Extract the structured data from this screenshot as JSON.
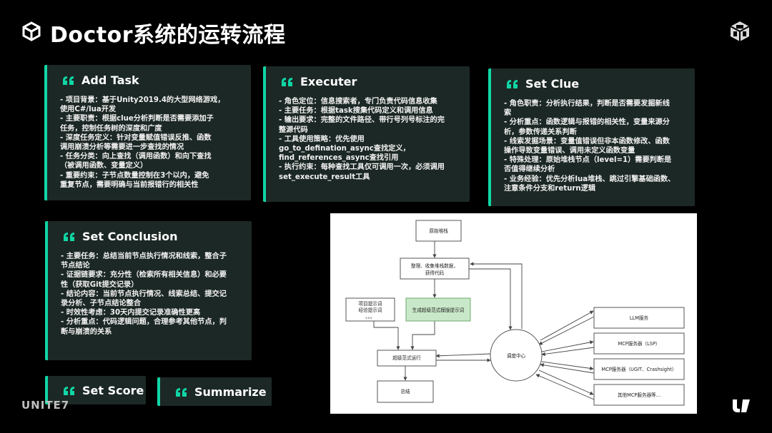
{
  "slide": {
    "title": "Doctor系统的运转流程",
    "footer_brand": "UNITE7"
  },
  "cards": {
    "add_task": {
      "title": "Add Task",
      "lines": [
        "- 项目背景：基于Unity2019.4的大型网络游戏，",
        "使用C#/lua开发",
        "- 主要职责：根据clue分析判断是否需要添加子",
        "任务，控制任务树的深度和广度",
        "- 深度任务定义：针对变量赋值错误反推、函数",
        "调用崩溃分析等需要进一步查找的情况",
        "- 任务分类：向上查找（调用函数）和向下查找",
        "（被调用函数、变量定义）",
        "- 重要约束：子节点数量控制在3个以内，避免",
        "重复节点，需要明确与当前报错行的相关性"
      ]
    },
    "executer": {
      "title": "Executer",
      "lines": [
        "- 角色定位：信息搜索者，专门负责代码信息收集",
        "- 主要任务：根据task搜集代码定义和调用信息",
        "- 输出要求：完整的文件路径、带行号列号标注的完",
        "整源代码",
        "- 工具使用策略：优先使用",
        "go_to_defination_async查找定义，",
        "find_references_async查找引用",
        "- 执行约束：每种查找工具仅可调用一次，必须调用",
        "set_execute_result工具"
      ]
    },
    "set_clue": {
      "title": "Set Clue",
      "lines": [
        "- 角色职责：分析执行结果，判断是否需要发掘新线",
        "索",
        "- 分析重点：函数逻辑与报错的相关性，变量来源分",
        "析，参数传递关系判断",
        "- 线索发掘场景：变量值错误但非本函数修改、函数",
        "操作导致变量错误、调用未定义函数变量",
        "- 特殊处理：原始堆栈节点（level=1）需要判断是",
        "否值得继续分析",
        "- 业务经验：优先分析lua堆栈、跳过引擎基础函数、",
        "注意条件分支和return逻辑"
      ]
    },
    "set_conclusion": {
      "title": "Set Conclusion",
      "lines": [
        "- 主要任务：总结当前节点执行情况和线索，整合子",
        "节点结论",
        "- 证据链要求：充分性（检索所有相关信息）和必要",
        "性（获取Git提交记录）",
        "- 结论内容：当前节点执行情况、线索总结、提交记",
        "录分析、子节点结论整合",
        "- 时效性考虑：30天内提交记录准确性更高",
        "- 分析重点：代码逻辑问题，合理参考其他节点，判",
        "断与崩溃的关系"
      ]
    },
    "set_score": {
      "title": "Set Score"
    },
    "summarize": {
      "title": "Summarize"
    }
  },
  "diagram": {
    "nodes": {
      "stack": "原始堆栈",
      "collect_1": "整理、收集堆栈数据，",
      "collect_2": "获得代码",
      "hint_1": "项目提示词",
      "hint_2": "经验提示词",
      "hint_3": "。。。",
      "generate": "生成超级范式模版提示词",
      "run": "超级范式运行",
      "summary": "总结",
      "center": "调度中心",
      "llm": "LLM服务",
      "mcp_lsp": "MCP服务器（LSP）",
      "mcp_ugit": "MCP服务器（UGIT、Crashsight）",
      "mcp_other": "其他MCP服务器等..."
    }
  },
  "colors": {
    "accent": "#10d6a6",
    "card_bg": "#1c2825",
    "background": "#000000",
    "generate_node": "#c9e8c9"
  }
}
